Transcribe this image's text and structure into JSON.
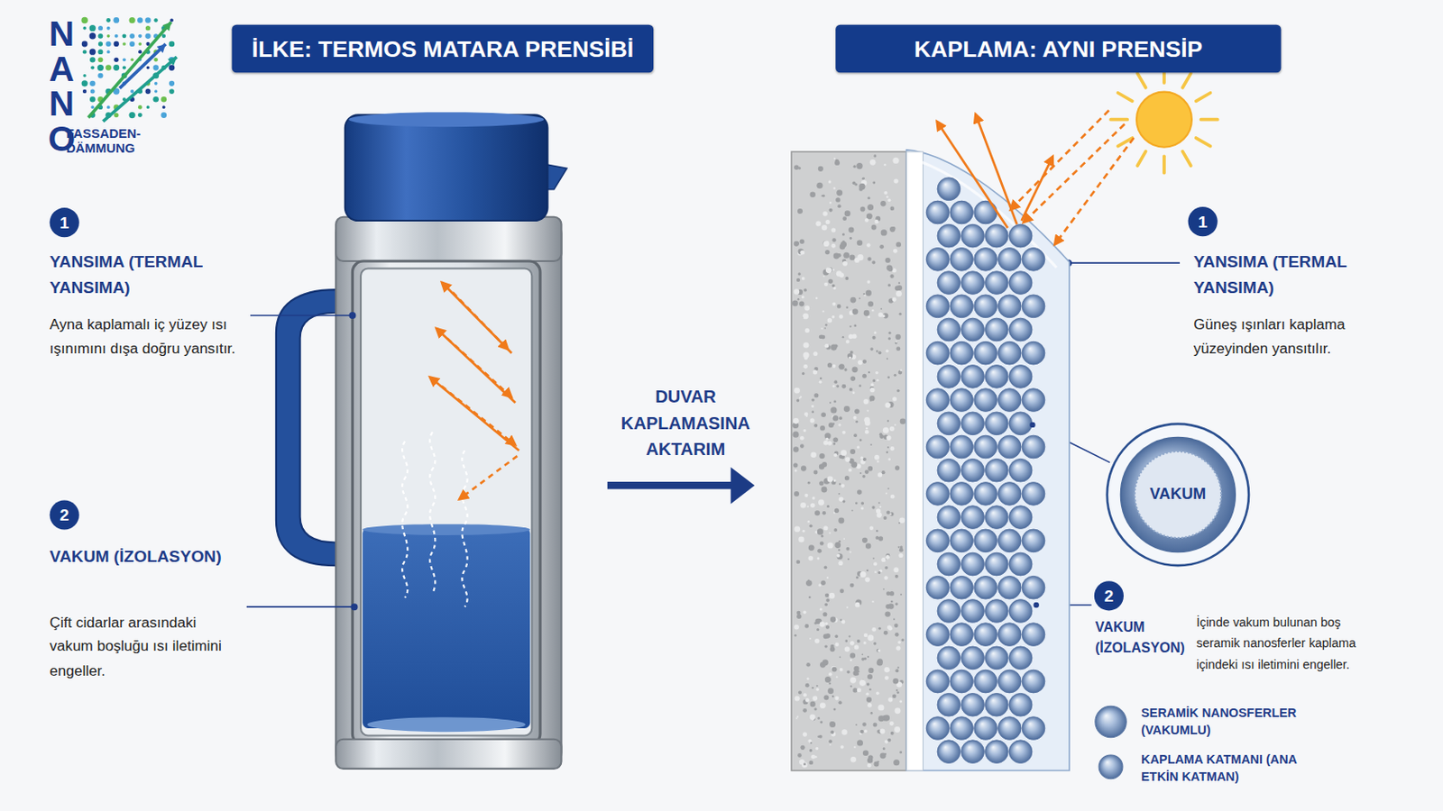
{
  "diagram": {
    "nodes": [
      {
        "text": [
          "İLKE: TERMOS MATARA PRENSİBİ"
        ]
      },
      {
        "text": [
          "KAPLAMA: AYNI PRENSİP"
        ]
      },
      {
        "text": [
          "1"
        ]
      },
      {
        "text": [
          "2"
        ]
      },
      {
        "text": [
          "1"
        ]
      },
      {
        "text": [
          "VAKUM"
        ]
      },
      {
        "text": [
          "2"
        ]
      }
    ],
    "labels": [
      "NANO",
      "FASSADEN- DÄMMUNG",
      "YANSIMA (TERMAL YANSIMA)",
      "Ayna kaplamalı iç yüzey ısı ışınımını dışa doğru yansıtır.",
      "VAKUM (İZOLASYON)",
      "Çift cidarlar arasındaki vakum boşluğu ısı iletimini engeller.",
      "DUVAR KAPLAMASINA AKTARIM",
      "YANSIMA (TERMAL YANSIMA)",
      "Güneş ışınları kaplama yüzeyinden yansıtılır.",
      "VAKUM (İZOLASYON)",
      "İçinde vakum bulunan boş seramik nanosferler kaplama içindeki ısı iletimini engeller."
    ],
    "legend": [
      {
        "text": "SERAMİK NANOSFERLER (VAKUMLU)"
      },
      {
        "text": "KAPLAMA KATMANI (ANA ETKİN KATMAN)"
      }
    ]
  }
}
